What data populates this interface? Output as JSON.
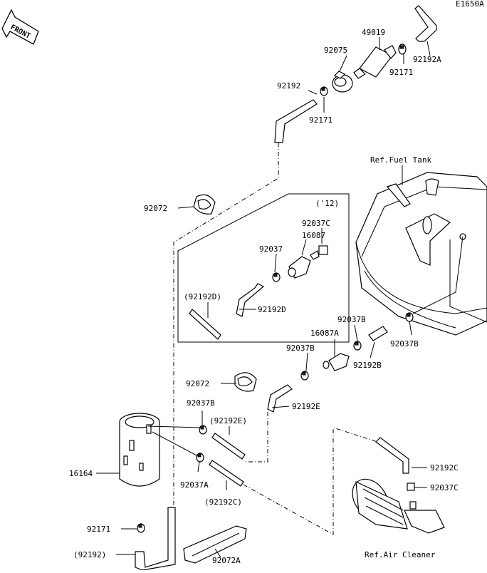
{
  "diagram_id": "E1650A",
  "front_label": "FRONT",
  "variant_label": "('12)",
  "ref_labels": {
    "fuel_tank": "Ref.Fuel Tank",
    "air_cleaner": "Ref.Air Cleaner"
  },
  "part_labels": {
    "p49019": "49019",
    "p92075": "92075",
    "p92171_top": "92171",
    "p92192A": "92192A",
    "p92192": "92192",
    "p92171_mid": "92171",
    "p92072_top": "92072",
    "p92037C": "92037C",
    "p16087": "16087",
    "p92037": "92037",
    "p92192D_paren": "(92192D)",
    "p92192D": "92192D",
    "p92037B_upper": "92037B",
    "p16087A": "16087A",
    "p92037B_left": "92037B",
    "p92037B_right": "92037B",
    "p92192B": "92192B",
    "p92072_mid": "92072",
    "p92192E": "92192E",
    "p92037B_low": "92037B",
    "p92192E_paren": "(92192E)",
    "p16164": "16164",
    "p92037A": "92037A",
    "p92192C_paren": "(92192C)",
    "p92192C": "92192C",
    "p92037C_low": "92037C",
    "p92171_low": "92171",
    "p92192_paren": "(92192)",
    "p92072A": "92072A"
  }
}
